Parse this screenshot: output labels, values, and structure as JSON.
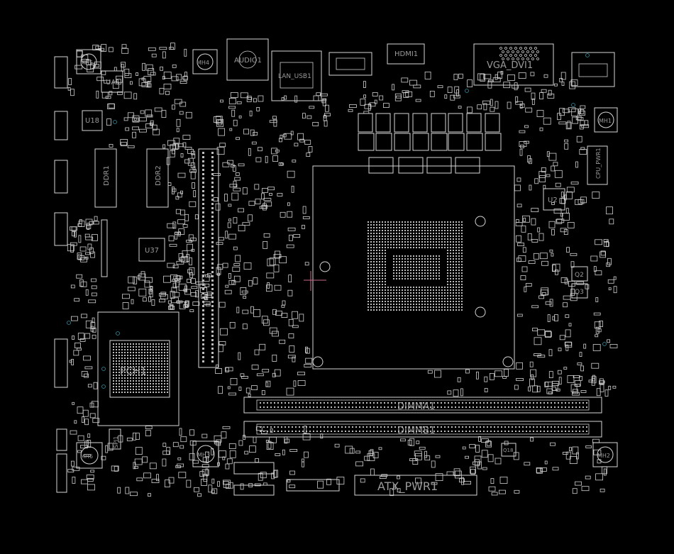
{
  "colors": {
    "background": "#000000",
    "outline": "#d6d6d6",
    "label": "#9a9a9a",
    "via": "#2e8fa0",
    "origin_marker": "#c86a8a"
  },
  "labels": {
    "mh5": "MH5",
    "ua1": "UA1",
    "u18": "U18",
    "mh4": "MH4",
    "audio1": "AUDIO1",
    "lan_usb1": "LAN_USB1",
    "hdmi1": "HDMI1",
    "vga_dvi1": "VGA_DVI1",
    "mh1": "MH1",
    "mh6": "MH6",
    "mh3": "MH3",
    "mh2": "MH2",
    "u37": "U37",
    "u2": "U2",
    "q2": "Q2",
    "q3": "Q3",
    "pch1": "PCH1",
    "spi1": "SPI1",
    "ddr_left": "DDR1",
    "ddr_right": "DDR2",
    "dimma1": "DIMMA1",
    "dimmb1": "DIMMB1",
    "atx_pwr1": "ATX_PWR1",
    "cpu_pwr1": "CPU_PWR1",
    "q18": "Q18"
  }
}
